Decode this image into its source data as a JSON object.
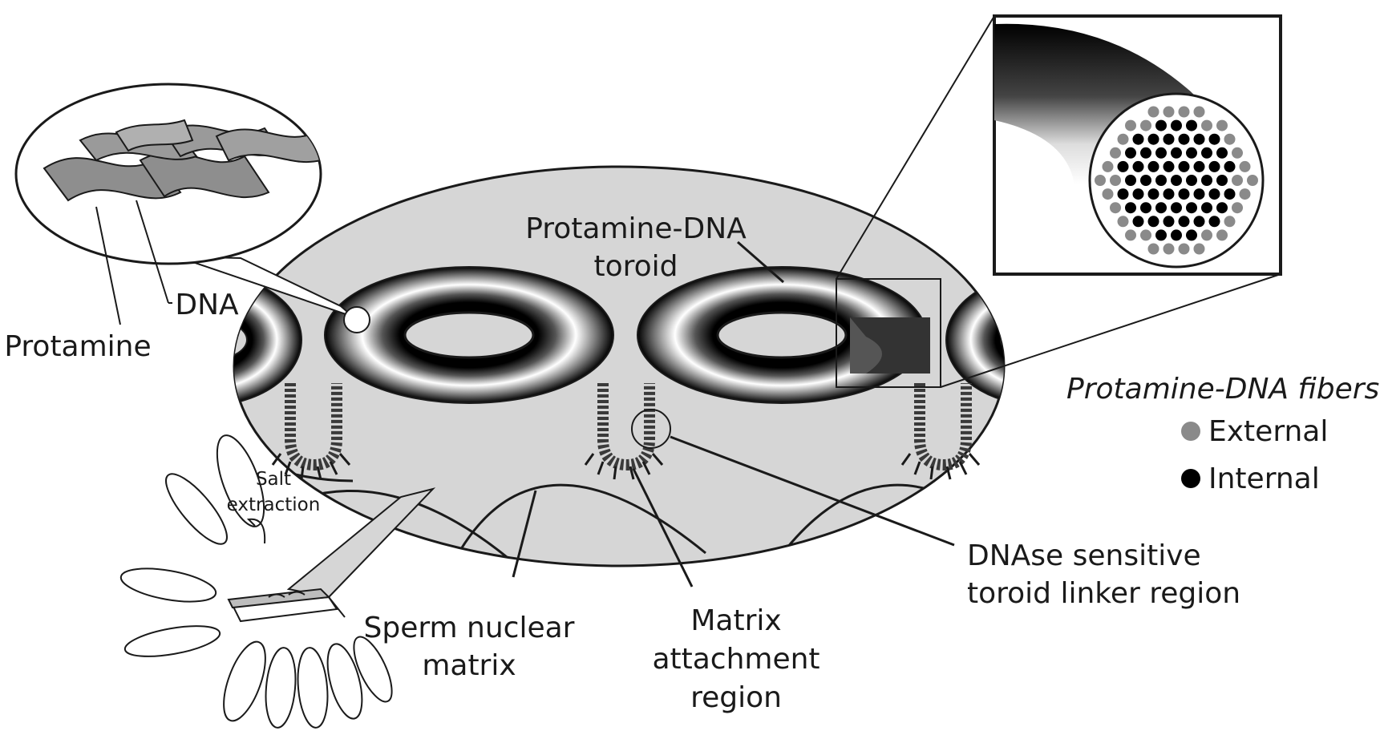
{
  "labels": {
    "dna": "DNA",
    "protamine": "Protamine",
    "toroid_line1": "Protamine-DNA",
    "toroid_line2": "toroid",
    "salt_line1": "Salt",
    "salt_line2": "extraction",
    "matrix_line1": "Sperm nuclear",
    "matrix_line2": "matrix",
    "attach_line1": "Matrix",
    "attach_line2": "attachment",
    "attach_line3": "region",
    "linker_line1": "DNAse sensitive",
    "linker_line2": "toroid linker region"
  },
  "legend": {
    "title": "Protamine-DNA fibers",
    "items": [
      {
        "label": "External",
        "color": "#8a8a8a"
      },
      {
        "label": "Internal",
        "color": "#000000"
      }
    ]
  },
  "colors": {
    "nucleus_fill": "#d6d6d6",
    "outline": "#1a1a1a",
    "external_fiber": "#8a8a8a",
    "internal_fiber": "#000000"
  }
}
